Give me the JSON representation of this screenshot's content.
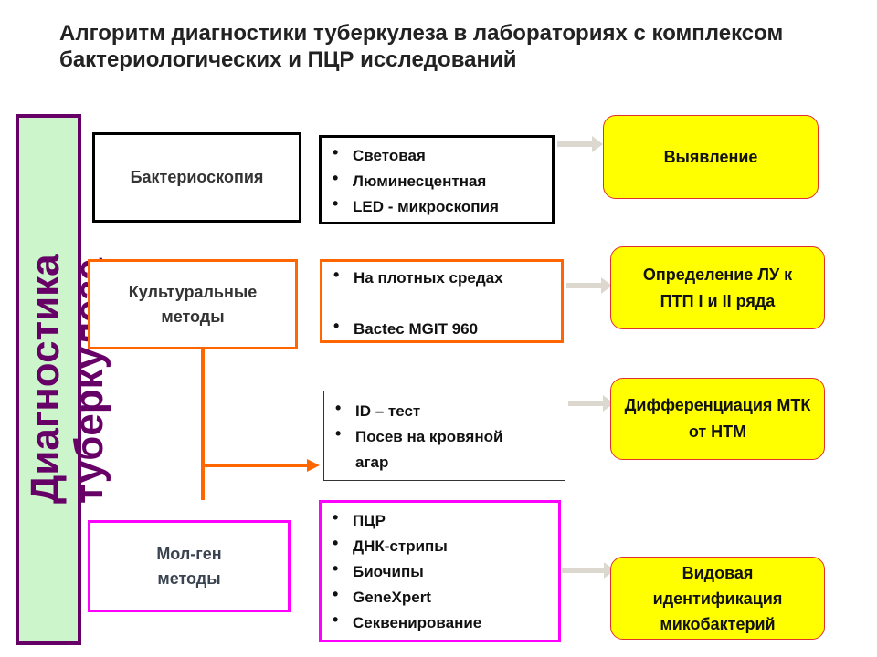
{
  "title": "Алгоритм диагностики туберкулеза в лабораториях с комплексом бактериологических и ПЦР исследований",
  "sidebar": {
    "line1": "Диагностика",
    "line2": "туберкулеза"
  },
  "methods": {
    "bacterioscopy": "Бактериоскопия",
    "culture": "Культуральные методы",
    "molgen": "Мол-ген методы"
  },
  "lists": {
    "bacterioscopy": [
      "Световая",
      "Люминесцентная",
      "LED - микроскопия"
    ],
    "culture": [
      "На плотных средах",
      "Bactec MGIT 960"
    ],
    "identification": [
      "ID – тест",
      "Посев на кровяной агар"
    ],
    "molgen": [
      "ПЦР",
      "ДНК-стрипы",
      "Биочипы",
      "GeneXpert",
      "Секвенирование"
    ]
  },
  "results": {
    "detection": "Выявление",
    "dst": "Определение ЛУ к ПТП I и II ряда",
    "differentiation": "Дифференциация МТК от НТМ",
    "species": "Видовая идентификация микобактерий"
  },
  "colors": {
    "purple": "#660066",
    "orange": "#ff6600",
    "magenta": "#ff00ff",
    "yellow": "#ffff00",
    "green": "#ccf5cc"
  }
}
